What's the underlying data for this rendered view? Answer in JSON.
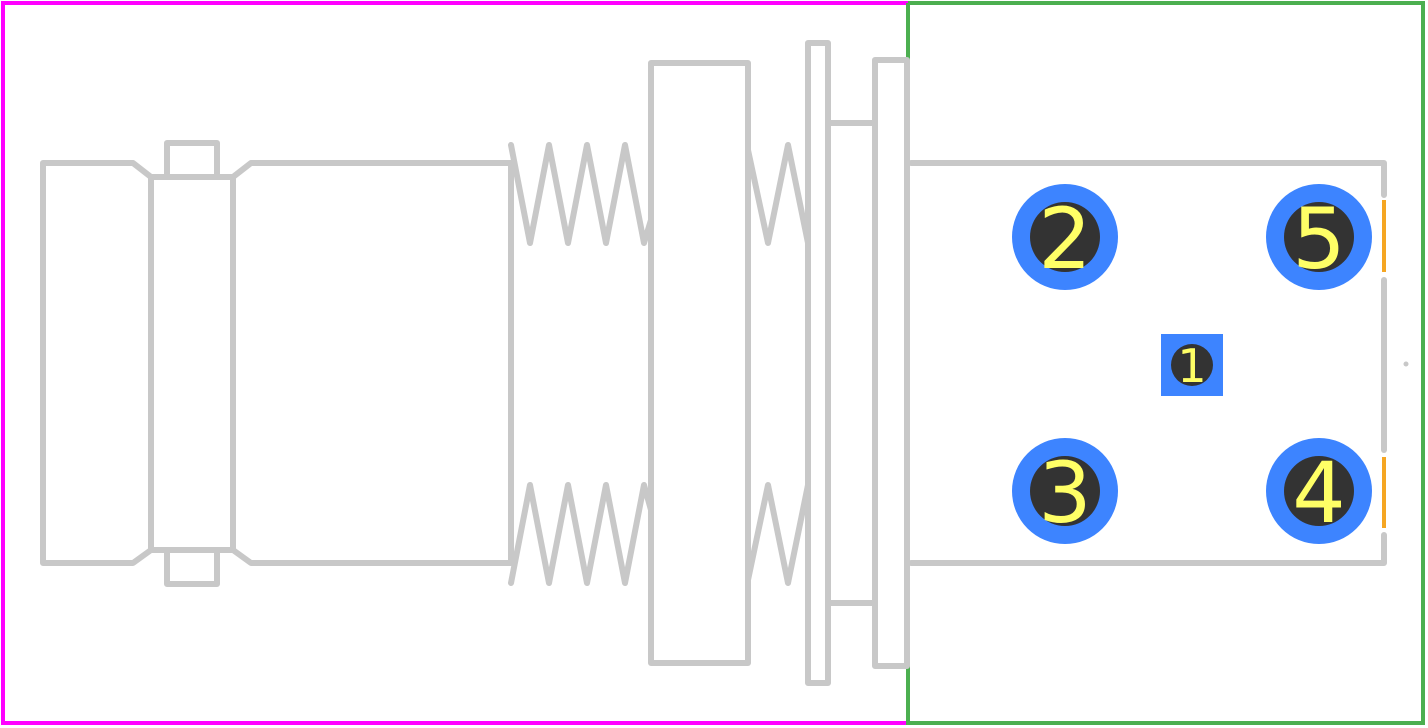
{
  "footprint": {
    "colors": {
      "courtyard_left": "#ff00ff",
      "courtyard_right": "#4caf50",
      "silkscreen": "#c8c8c8",
      "pad": "#3d84ff",
      "drill": "#333333",
      "pin_text": "#ffff66",
      "fab_edge": "#f5a623"
    },
    "pads": [
      {
        "label": "1",
        "shape": "square"
      },
      {
        "label": "2",
        "shape": "round"
      },
      {
        "label": "3",
        "shape": "round"
      },
      {
        "label": "4",
        "shape": "round"
      },
      {
        "label": "5",
        "shape": "round"
      }
    ]
  }
}
